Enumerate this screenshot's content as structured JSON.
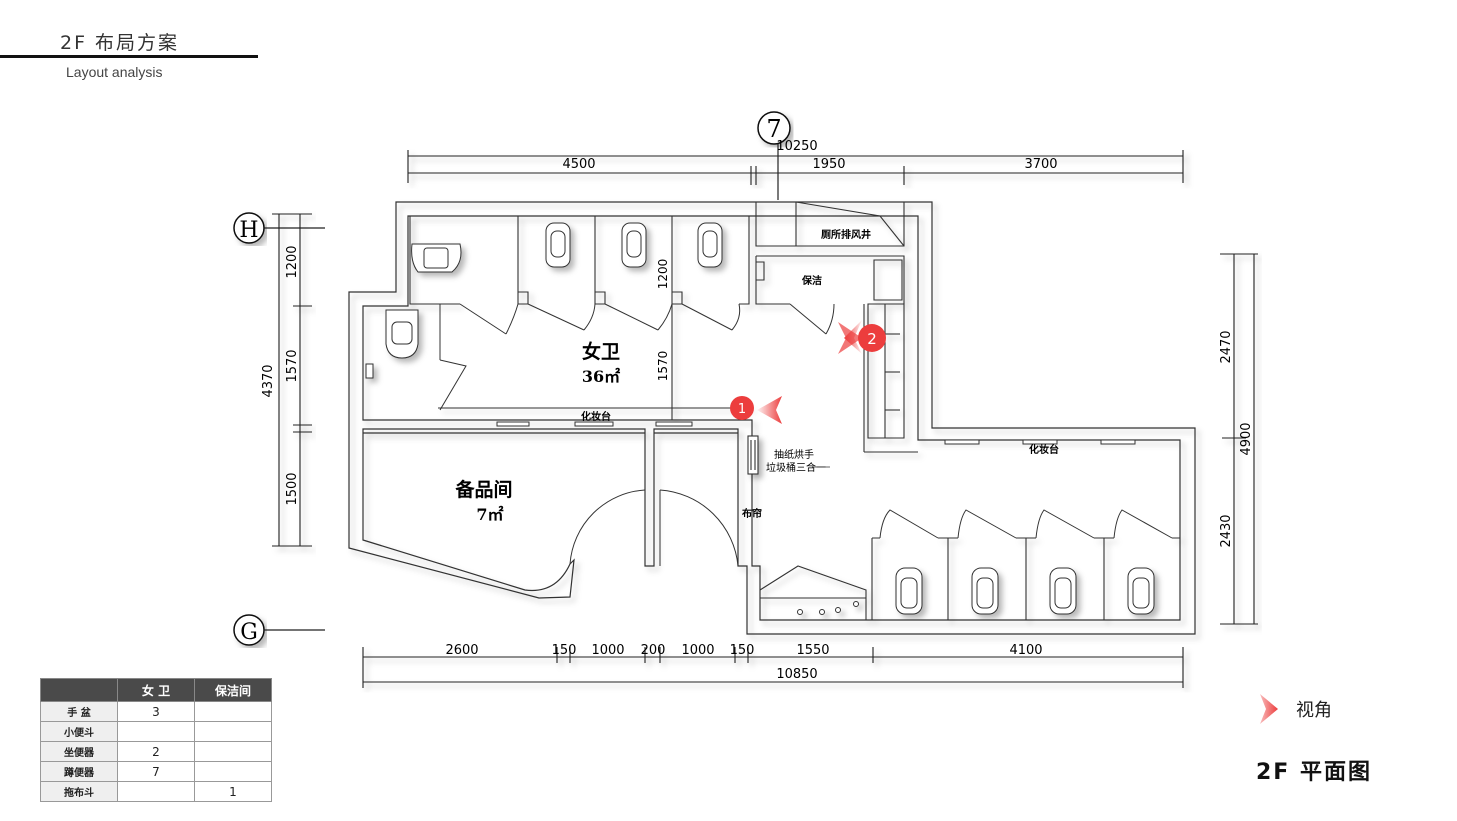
{
  "header": {
    "title": "2F 布局方案",
    "subtitle": "Layout analysis"
  },
  "axes": {
    "col_7": "7",
    "row_h": "H",
    "row_g": "G"
  },
  "dimensions": {
    "top_total": "10250",
    "top_segments": [
      "4500",
      "1950",
      "3700"
    ],
    "bottom_segments": [
      "2600",
      "150",
      "1000",
      "200",
      "1000",
      "150",
      "1550",
      "4100"
    ],
    "bottom_total": "10850",
    "left_segments": [
      "1200",
      "1570",
      "1500"
    ],
    "left_total": "4370",
    "right_segments": [
      "2470",
      "2430"
    ],
    "right_total": "4900",
    "inner_1200": "1200",
    "inner_1570": "1570"
  },
  "rooms": {
    "womens_wc_name": "女卫",
    "womens_wc_area": "36㎡",
    "storage_name": "备品间",
    "storage_area": "7㎡",
    "exhaust_shaft": "厕所排风井",
    "cleaning": "保洁",
    "vanity_1": "化妆台",
    "vanity_2": "化妆台",
    "dispenser_line1": "抽纸烘手",
    "dispenser_line2": "垃圾桶三合一",
    "curtain": "布帘"
  },
  "viewpoints": [
    {
      "label": "1"
    },
    {
      "label": "2"
    }
  ],
  "legend": {
    "label": "视角"
  },
  "plan_title": "2F 平面图",
  "fixture_table": {
    "columns": [
      "",
      "女 卫",
      "保洁间"
    ],
    "rows": [
      {
        "name": "手 盆",
        "wc": "3",
        "clean": ""
      },
      {
        "name": "小便斗",
        "wc": "",
        "clean": ""
      },
      {
        "name": "坐便器",
        "wc": "2",
        "clean": ""
      },
      {
        "name": "蹲便器",
        "wc": "7",
        "clean": ""
      },
      {
        "name": "拖布斗",
        "wc": "",
        "clean": "1"
      }
    ]
  },
  "colors": {
    "viewpoint_red": "#ec3d3d",
    "wall": "#333333",
    "table_header": "#4a4a4a"
  }
}
